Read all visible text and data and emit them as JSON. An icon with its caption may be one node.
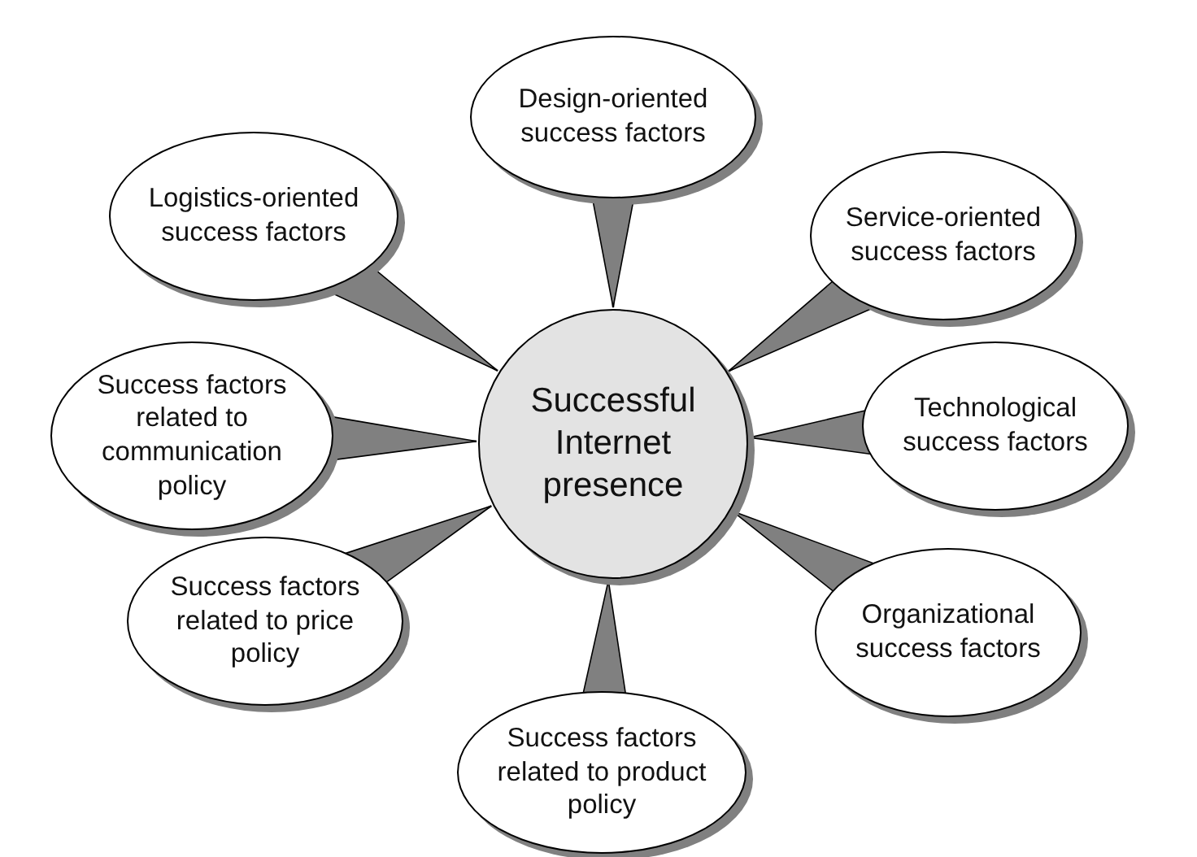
{
  "diagram": {
    "nodes": [
      {
        "text": [
          "Successful Internet presence"
        ]
      },
      {
        "text": [
          "Design-oriented success factors"
        ]
      },
      {
        "text": [
          "Logistics-oriented success factors"
        ]
      },
      {
        "text": [
          "Service-oriented success factors"
        ]
      },
      {
        "text": [
          "Success factors related to communication policy"
        ]
      },
      {
        "text": [
          "Technological success factors"
        ]
      },
      {
        "text": [
          "Success factors related to price policy"
        ]
      },
      {
        "text": [
          "Organizational success factors"
        ]
      },
      {
        "text": [
          "Success factors related to product policy"
        ]
      }
    ],
    "edges": [
      {
        "from": 1,
        "to": 0,
        "arrow": "to"
      },
      {
        "from": 3,
        "to": 0,
        "arrow": "to"
      },
      {
        "from": 5,
        "to": 0,
        "arrow": "to"
      },
      {
        "from": 7,
        "to": 0,
        "arrow": "to"
      },
      {
        "from": 8,
        "to": 0,
        "arrow": "to"
      },
      {
        "from": 6,
        "to": 0,
        "arrow": "to"
      },
      {
        "from": 4,
        "to": 0,
        "arrow": "to"
      },
      {
        "from": 2,
        "to": 0,
        "arrow": "to"
      }
    ]
  }
}
